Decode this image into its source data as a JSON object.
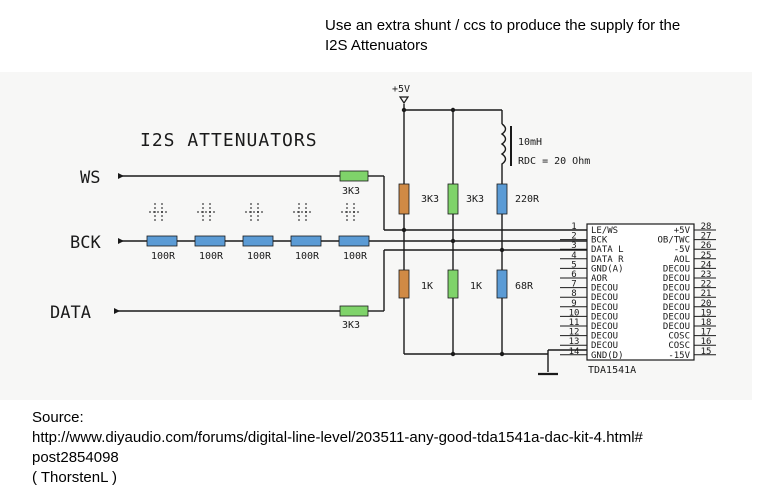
{
  "note": {
    "line1": "Use an extra shunt / ccs to produce the supply for the",
    "line2": "I2S Attenuators"
  },
  "source": {
    "label": "Source:",
    "url_line1": "http://www.diyaudio.com/forums/digital-line-level/203511-any-good-tda1541a-dac-kit-4.html#",
    "url_line2": "post2854098",
    "author": "( ThorstenL )"
  },
  "schematic": {
    "title": "I2S ATTENUATORS",
    "supply_label": "+5V",
    "inputs": {
      "ws": "WS",
      "bck": "BCK",
      "data": "DATA"
    },
    "series_resistors": {
      "ws": "3K3",
      "data": "3K3",
      "bck": [
        "100R",
        "100R",
        "100R",
        "100R",
        "100R"
      ]
    },
    "upper_resistors": [
      "3K3",
      "3K3",
      "220R"
    ],
    "lower_resistors": [
      "1K",
      "1K",
      "68R"
    ],
    "inductor": {
      "value": "10mH",
      "rdc": "RDC = 20 Ohm"
    },
    "ic": {
      "name": "TDA1541A",
      "left_pins": [
        {
          "num": "1",
          "name": "LE/WS"
        },
        {
          "num": "2",
          "name": "BCK"
        },
        {
          "num": "3",
          "name": "DATA L"
        },
        {
          "num": "4",
          "name": "DATA R"
        },
        {
          "num": "5",
          "name": "GND(A)"
        },
        {
          "num": "6",
          "name": "AOR"
        },
        {
          "num": "7",
          "name": "DECOU"
        },
        {
          "num": "8",
          "name": "DECOU"
        },
        {
          "num": "9",
          "name": "DECOU"
        },
        {
          "num": "10",
          "name": "DECOU"
        },
        {
          "num": "11",
          "name": "DECOU"
        },
        {
          "num": "12",
          "name": "DECOU"
        },
        {
          "num": "13",
          "name": "DECOU"
        },
        {
          "num": "14",
          "name": "GND(D)"
        }
      ],
      "right_pins": [
        {
          "num": "28",
          "name": "+5V"
        },
        {
          "num": "27",
          "name": "OB/TWC"
        },
        {
          "num": "26",
          "name": "-5V"
        },
        {
          "num": "25",
          "name": "AOL"
        },
        {
          "num": "24",
          "name": "DECOU"
        },
        {
          "num": "23",
          "name": "DECOU"
        },
        {
          "num": "22",
          "name": "DECOU"
        },
        {
          "num": "21",
          "name": "DECOU"
        },
        {
          "num": "20",
          "name": "DECOU"
        },
        {
          "num": "19",
          "name": "DECOU"
        },
        {
          "num": "18",
          "name": "DECOU"
        },
        {
          "num": "17",
          "name": "COSC"
        },
        {
          "num": "16",
          "name": "COSC"
        },
        {
          "num": "15",
          "name": "-15V"
        }
      ]
    }
  },
  "colors": {
    "resistor_blue": "#5b9bd5",
    "resistor_orange": "#d08a45",
    "resistor_green": "#7fd36a",
    "wire": "#1a1a1a"
  }
}
